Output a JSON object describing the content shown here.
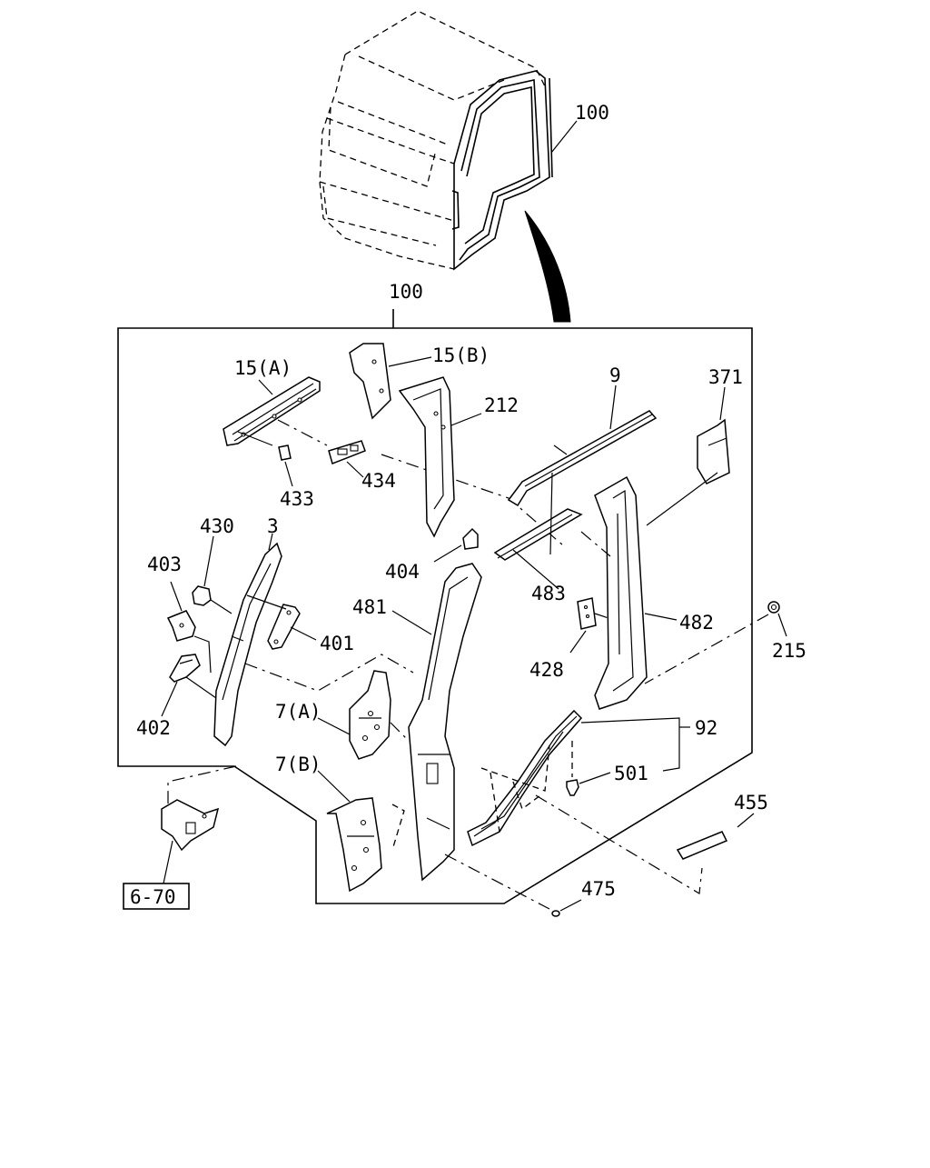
{
  "labels": {
    "p100_top": "100",
    "p100_box": "100",
    "p15a": "15(A)",
    "p15b": "15(B)",
    "p212": "212",
    "p9": "9",
    "p371": "371",
    "p434": "434",
    "p433": "433",
    "p430": "430",
    "p3": "3",
    "p403": "403",
    "p404": "404",
    "p401": "401",
    "p481": "481",
    "p483": "483",
    "p482": "482",
    "p428": "428",
    "p215": "215",
    "p402": "402",
    "p7a": "7(A)",
    "p7b": "7(B)",
    "p92": "92",
    "p501": "501",
    "p455": "455",
    "p475": "475",
    "ref670": "6-70"
  }
}
